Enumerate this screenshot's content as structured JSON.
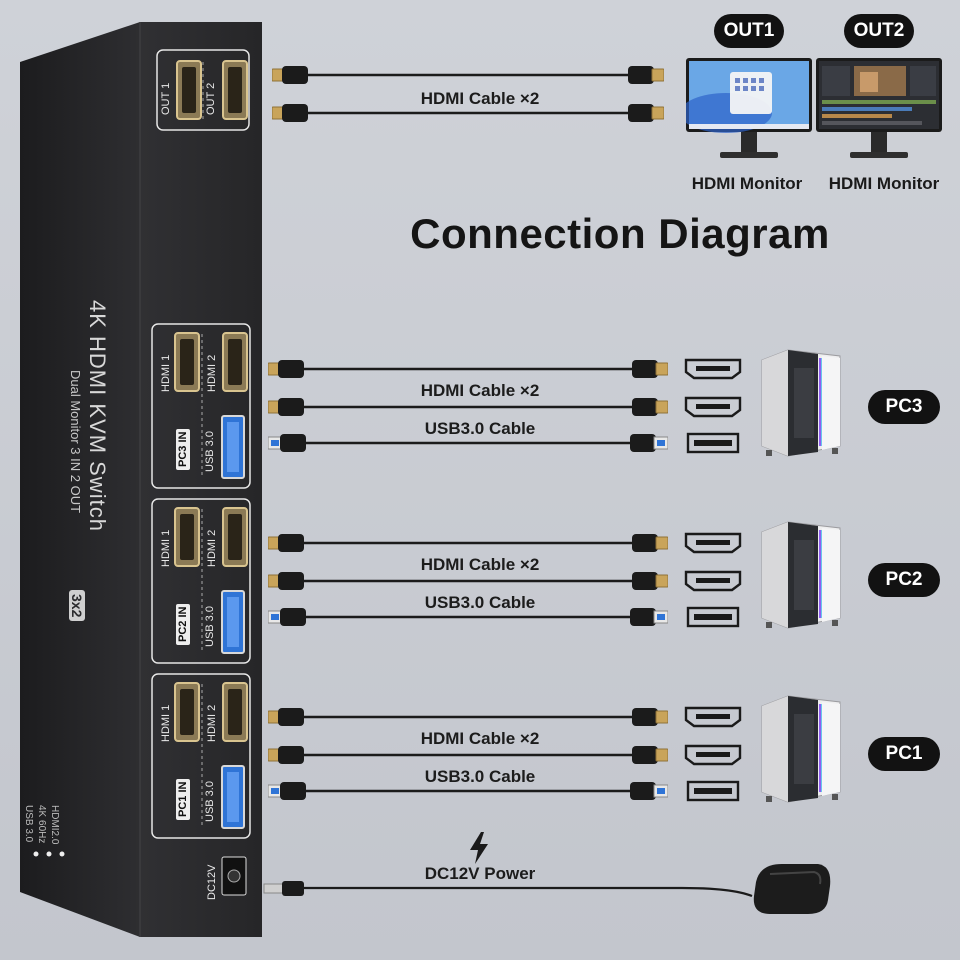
{
  "title": "Connection Diagram",
  "device": {
    "name": "4K HDMI KVM Switch",
    "subtitle": "Dual Monitor 3 IN 2 OUT",
    "model_badge": "3x2",
    "specs": [
      "HDMI2.0",
      "4K 60Hz",
      "USB 3.0"
    ],
    "power_port_label": "DC12V"
  },
  "outputs": [
    {
      "badge": "OUT1",
      "label": "HDMI Monitor",
      "port_label": "OUT 1"
    },
    {
      "badge": "OUT2",
      "label": "HDMI Monitor",
      "port_label": "OUT 2"
    }
  ],
  "output_cable_label": "HDMI Cable ×2",
  "computers": [
    {
      "name": "PC3",
      "in_label": "PC3 IN",
      "hdmi_ports": [
        "HDMI 1",
        "HDMI 2"
      ],
      "usb_port": "USB 3.0",
      "hdmi_cable": "HDMI Cable ×2",
      "usb_cable": "USB3.0 Cable"
    },
    {
      "name": "PC2",
      "in_label": "PC2 IN",
      "hdmi_ports": [
        "HDMI 1",
        "HDMI 2"
      ],
      "usb_port": "USB 3.0",
      "hdmi_cable": "HDMI Cable ×2",
      "usb_cable": "USB3.0 Cable"
    },
    {
      "name": "PC1",
      "in_label": "PC1 IN",
      "hdmi_ports": [
        "HDMI 1",
        "HDMI 2"
      ],
      "usb_port": "USB 3.0",
      "hdmi_cable": "HDMI Cable ×2",
      "usb_cable": "USB3.0 Cable"
    }
  ],
  "power": {
    "label": "DC12V Power",
    "icon": "lightning-bolt-icon"
  },
  "colors": {
    "background": "#c9ccd3",
    "device": "#2b2b2d",
    "badge": "#121212",
    "usb_blue": "#2f74d6",
    "gold": "#c9a45a"
  }
}
